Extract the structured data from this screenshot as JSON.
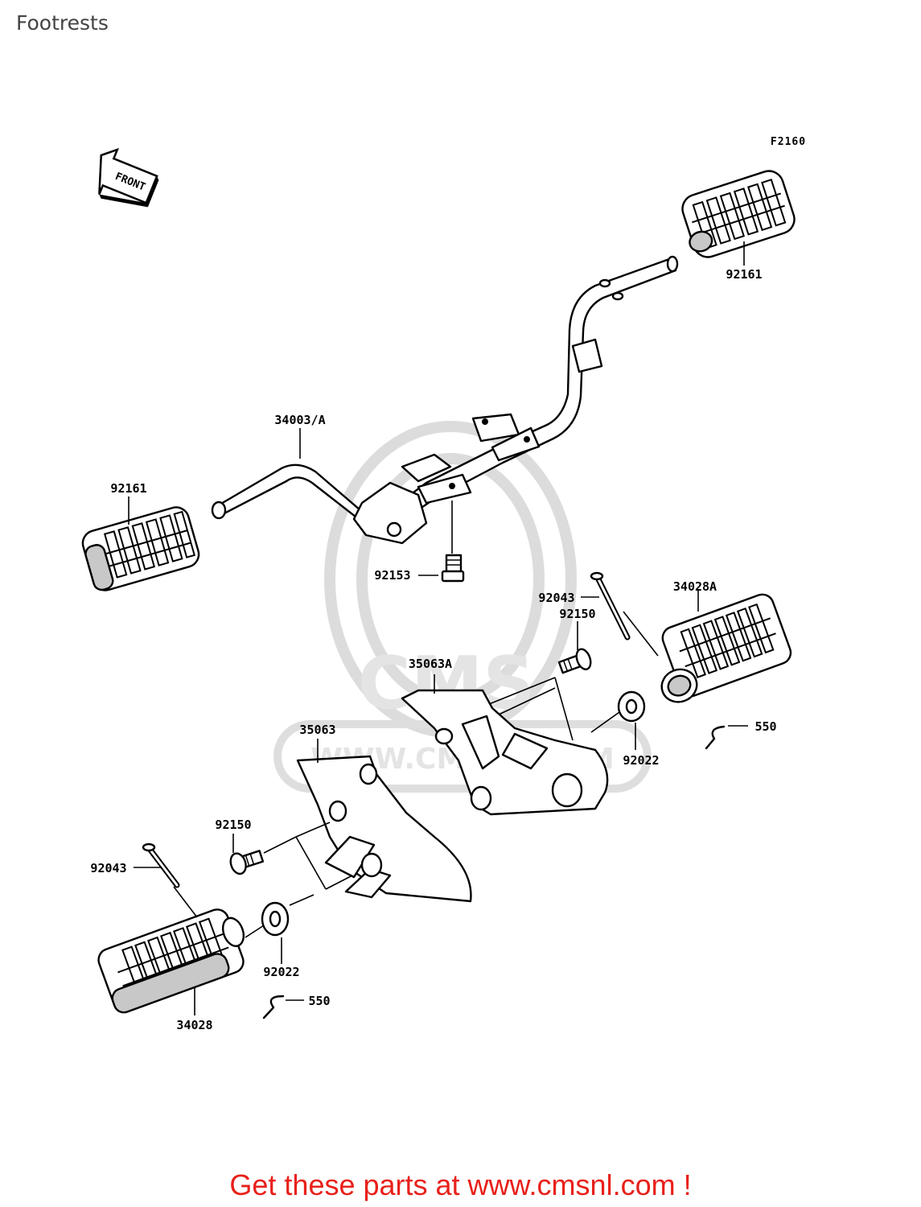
{
  "page": {
    "title": "Footrests"
  },
  "diagram": {
    "figure_code": "F2160",
    "front_label": "FRONT",
    "watermark": {
      "logo": "CMS",
      "url": "WWW.CMSNL.COM"
    },
    "callouts": [
      {
        "id": "rear-right-rubber",
        "text": "92161"
      },
      {
        "id": "bar",
        "text": "34003/A"
      },
      {
        "id": "rear-left-rubber",
        "text": "92161"
      },
      {
        "id": "bar-bolt",
        "text": "92153"
      },
      {
        "id": "pin-right",
        "text": "92043"
      },
      {
        "id": "footrest-right",
        "text": "34028A"
      },
      {
        "id": "bolt-right",
        "text": "92150"
      },
      {
        "id": "bracket-right",
        "text": "35063A"
      },
      {
        "id": "cotter-right",
        "text": "550"
      },
      {
        "id": "washer-right",
        "text": "92022"
      },
      {
        "id": "bracket-left",
        "text": "35063"
      },
      {
        "id": "bolt-left",
        "text": "92150"
      },
      {
        "id": "pin-left",
        "text": "92043"
      },
      {
        "id": "washer-left",
        "text": "92022"
      },
      {
        "id": "cotter-left",
        "text": "550"
      },
      {
        "id": "footrest-left",
        "text": "34028"
      }
    ]
  },
  "promo": {
    "text": "Get these parts at www.cmsnl.com !",
    "color": "#e8201a"
  }
}
